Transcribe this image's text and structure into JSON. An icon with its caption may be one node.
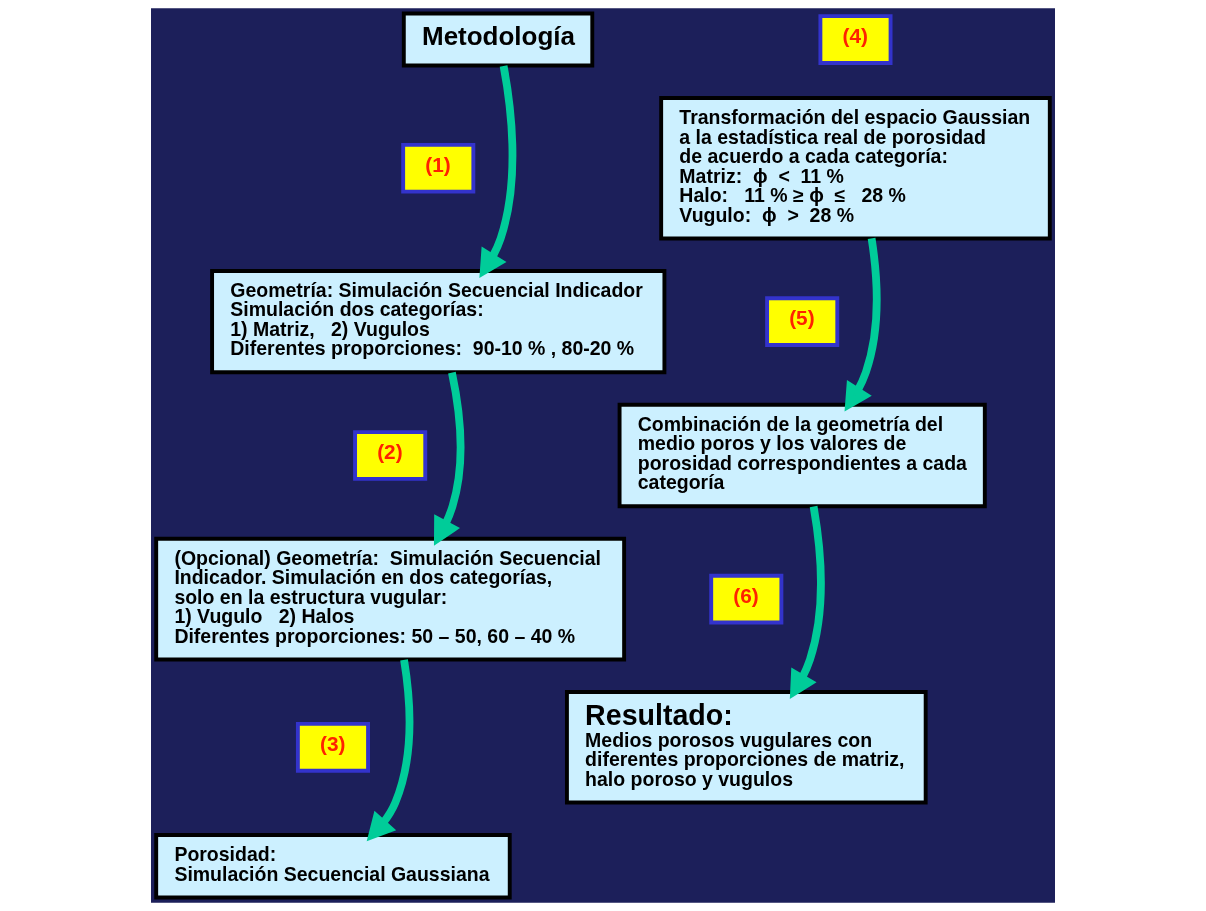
{
  "diagram": {
    "nodes": [
      {
        "text": [
          "Metodología"
        ]
      },
      {
        "text": [
          "(1)"
        ]
      },
      {
        "text": [
          "Geometría: Simulación Secuencial Indicador",
          "Simulación dos categorías:",
          "1) Matriz,   2) Vugulos",
          "Diferentes proporciones:  90-10 % , 80-20 %"
        ]
      },
      {
        "text": [
          "(2)"
        ]
      },
      {
        "text": [
          "(Opcional) Geometría:  Simulación Secuencial Indicador. Simulación en dos categorías, solo en la estructura vugular:",
          "1) Vugulo   2) Halos",
          "Diferentes proporciones: 50 – 50, 60 – 40 %"
        ]
      },
      {
        "text": [
          "(3)"
        ]
      },
      {
        "text": [
          "Porosidad:",
          "Simulación Secuencial Gaussiana"
        ]
      },
      {
        "text": [
          "(4)"
        ]
      },
      {
        "text": [
          "Transformación del espacio Gaussian a la estadística real de porosidad de acuerdo a cada categoría:",
          "Matriz:  ϕ  <  11 %",
          "Halo:   11 % ≥ ϕ  ≤   28 %",
          "Vugulo:  ϕ  >  28 %"
        ]
      },
      {
        "text": [
          "(5)"
        ]
      },
      {
        "text": [
          "Combinación de la geometría del medio poros y los valores de porosidad correspondientes a cada categoría"
        ]
      },
      {
        "text": [
          "(6)"
        ]
      },
      {
        "text": [
          "Resultado:",
          "Medios porosos vugulares con diferentes proporciones de matriz, halo poroso y vugulos"
        ]
      }
    ],
    "edges": [
      {
        "from": 0,
        "to": 2,
        "arrow": "to"
      },
      {
        "from": 2,
        "to": 4,
        "arrow": "to"
      },
      {
        "from": 4,
        "to": 6,
        "arrow": "to"
      },
      {
        "from": 8,
        "to": 10,
        "arrow": "to"
      },
      {
        "from": 10,
        "to": 12,
        "arrow": "to"
      }
    ]
  }
}
